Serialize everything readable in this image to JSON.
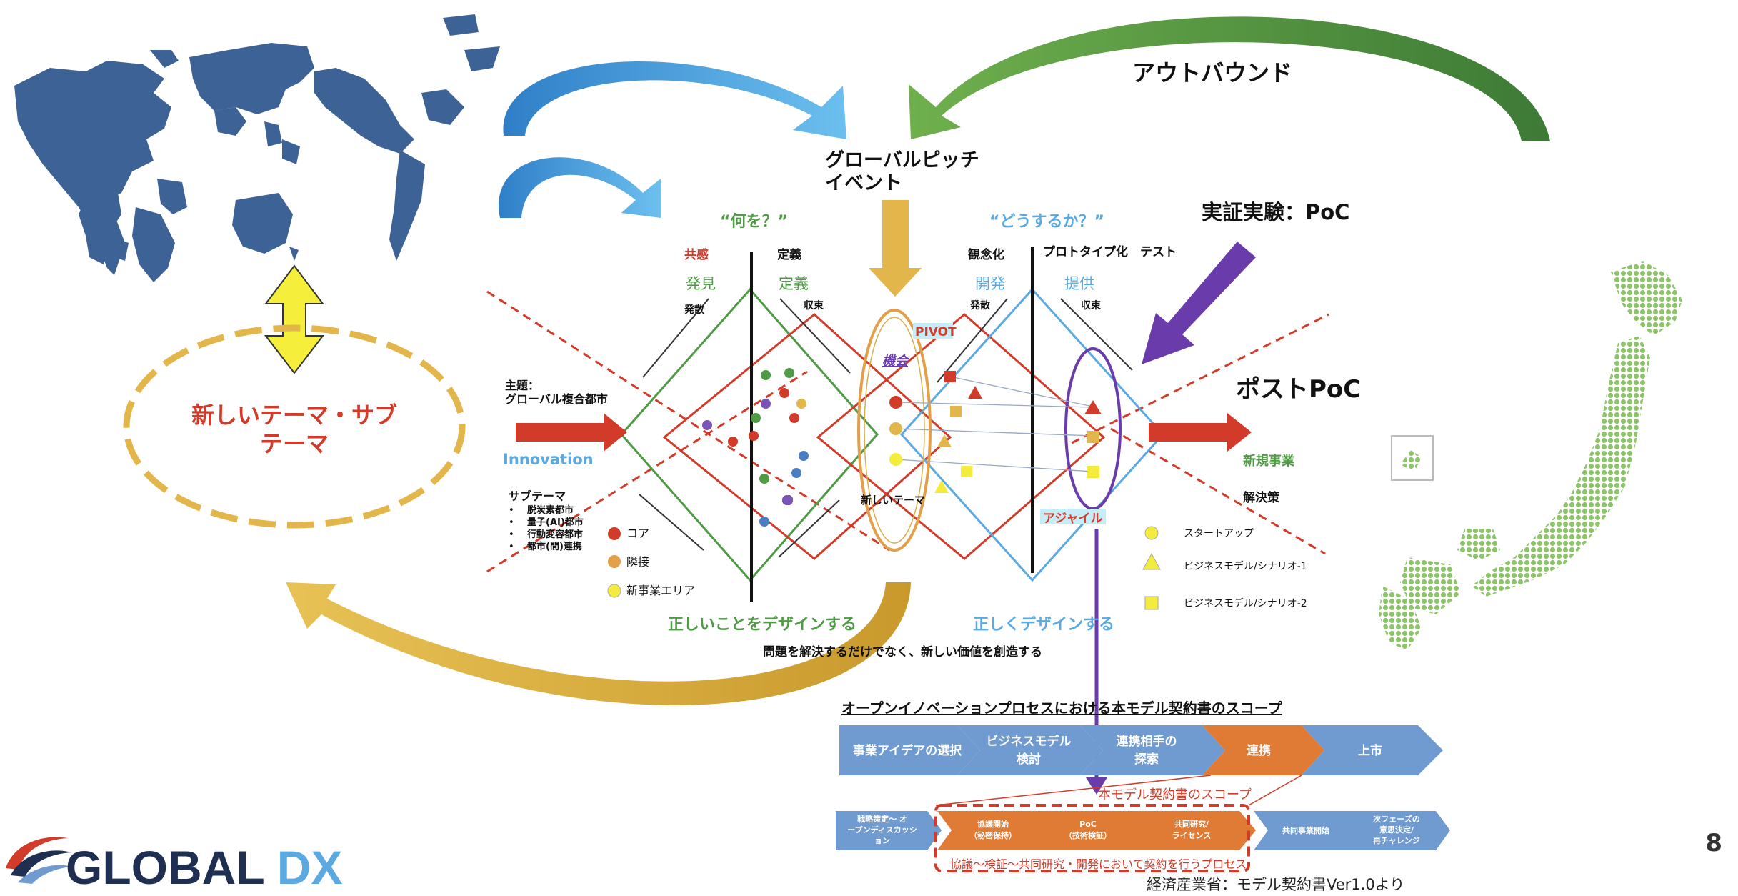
{
  "slide": {
    "page_number": "8",
    "logo_text": "GLOBAL DX",
    "source_note": "経済産業省：モデル契約書Ver1.0より"
  },
  "labels": {
    "outbound": "アウトバウンド",
    "global_pitch_line1": "グローバルピッチ",
    "global_pitch_line2": "イベント",
    "poc": "実証実験：PoC",
    "post_poc": "ポストPoC",
    "new_theme_line1": "新しいテーマ・サブ",
    "new_theme_line2": "テーマ",
    "what": "“何を？”",
    "how": "“どうするか？”",
    "empathy": "共感",
    "definition": "定義",
    "conceptualize": "観念化",
    "prototype_test": "プロトタイプ化　テスト",
    "discover": "発見",
    "define": "定義",
    "develop": "開発",
    "deliver": "提供",
    "diverge1": "発散",
    "converge1": "収束",
    "diverge2": "発散",
    "converge2": "収束",
    "pivot": "PIVOT",
    "opportunity": "機会",
    "theme_line1": "主題：",
    "theme_line2": "グローバル複合都市",
    "innovation": "Innovation",
    "subtheme_title": "サブテーマ",
    "subthemes": [
      "脱炭素都市",
      "量子(AI)都市",
      "行動変容都市",
      "都市(間)連携"
    ],
    "core": "コア",
    "adjacent": "隣接",
    "new_biz_area": "新事業エリア",
    "new_theme_small": "新しいテーマ",
    "agile": "アジャイル",
    "new_business": "新規事業",
    "solution": "解決策",
    "startup": "スタートアップ",
    "bm1": "ビジネスモデル/シナリオ-1",
    "bm2": "ビジネスモデル/シナリオ-2",
    "design_right_thing": "正しいことをデザインする",
    "design_right": "正しくデザインする",
    "create_value": "問題を解決するだけでなく、新しい価値を創造する",
    "process_title": "オープンイノベーションプロセスにおける本モデル契約書のスコープ",
    "scope_label": "本モデル契約書のスコープ",
    "scope_note": "協議〜検証〜共同研究・開発において契約を行うプロセス"
  },
  "process_top": [
    {
      "line1": "事業アイデアの選択",
      "line2": ""
    },
    {
      "line1": "ビジネスモデル",
      "line2": "検討"
    },
    {
      "line1": "連携相手の",
      "line2": "探索"
    },
    {
      "line1": "連携",
      "line2": ""
    },
    {
      "line1": "上市",
      "line2": ""
    }
  ],
  "process_bottom": [
    {
      "line1": "戦略策定〜 オ",
      "line2": "ープンディスカッシ",
      "line3": "ョン"
    },
    {
      "line1": "協議開始",
      "line2": "（秘密保持）",
      "line3": ""
    },
    {
      "line1": "PoC",
      "line2": "（技術検証）",
      "line3": ""
    },
    {
      "line1": "共同研究/",
      "line2": "ライセンス",
      "line3": ""
    },
    {
      "line1": "共同事業開始",
      "line2": "",
      "line3": ""
    },
    {
      "line1": "次フェーズの",
      "line2": "意思決定/",
      "line3": "再チャレンジ"
    }
  ],
  "colors": {
    "blue_chevron": "#6f9bd1",
    "orange_chevron": "#e07b35",
    "red": "#d23b2a",
    "green": "#4f9a45",
    "light_blue": "#5aa9e0",
    "gold": "#e2b64a",
    "purple": "#6a3bab",
    "map_blue": "#3d6296",
    "japan_green": "#8dc46a"
  }
}
